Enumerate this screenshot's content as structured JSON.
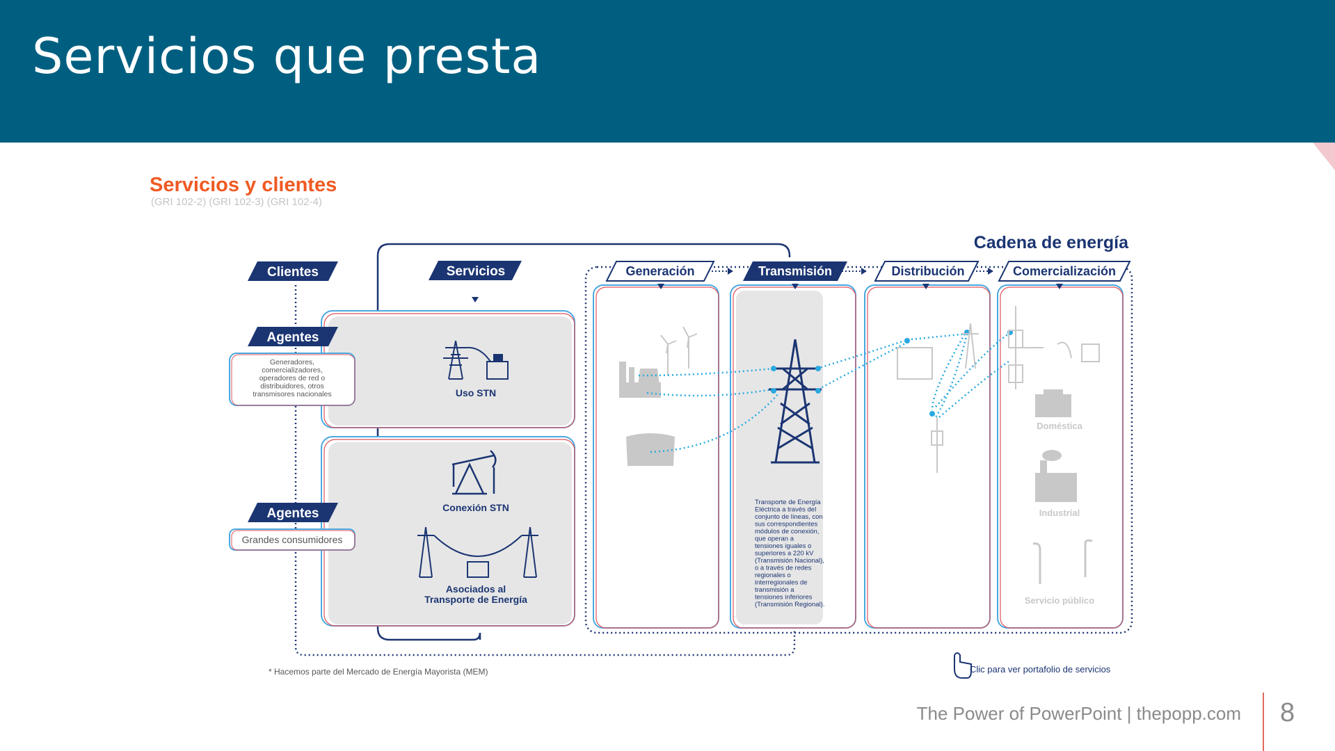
{
  "slide": {
    "title": "Servicios que presta",
    "footer": "The Power of PowerPoint | thepopp.com",
    "page_number": "8"
  },
  "diagram": {
    "title": "Servicios y clientes",
    "subtitle": "(GRI 102-2) (GRI 102-3) (GRI 102-4)",
    "chain_title": "Cadena de energía",
    "clientes_label": "Clientes",
    "servicios_label": "Servicios",
    "agentes_1_label": "Agentes",
    "agentes_1_desc": [
      "Generadores,",
      "comercializadores,",
      "operadores de red o",
      "distribuidores, otros",
      "transmisores nacionales"
    ],
    "agentes_2_label": "Agentes",
    "agentes_2_desc": "Grandes consumidores",
    "uso_stn": "Uso STN",
    "conexion_stn": "Conexión STN",
    "asociados": [
      "Asociados al",
      "Transporte de Energía"
    ],
    "stages": [
      "Generación",
      "Transmisión",
      "Distribución",
      "Comercialización"
    ],
    "transmision_desc": [
      "Transporte de Energía",
      "Eléctrica a través del",
      "conjunto de líneas, con",
      "sus correspondientes",
      "módulos de conexión,",
      "que operan a",
      "tensiones iguales o",
      "superiores a 220 kV",
      "(Transmisión Nacional),",
      "o a través de redes",
      "regionales o",
      "interregionales de",
      "transmisión a",
      "tensiones inferiores",
      "(Transmisión Regional)."
    ],
    "domestica": "Doméstica",
    "industrial": "Industrial",
    "servicio_publico": "Servicio público",
    "footnote": "* Hacemos parte del Mercado de Energía Mayorista (MEM)",
    "clic_label": "Clic para ver portafolio de servicios"
  },
  "colors": {
    "header_bg": "#005f80",
    "navy": "#1b3572",
    "orange": "#f05a22",
    "light_blue": "#4aa8e0",
    "red_accent": "#e0505a",
    "dot_blue": "#29a9e0"
  }
}
